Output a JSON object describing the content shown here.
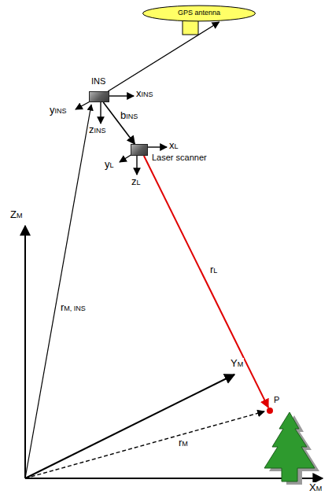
{
  "diagram": {
    "nodes": [
      {
        "text": [
          "GPS antenna"
        ]
      },
      {
        "text": [
          "INS"
        ]
      },
      {
        "text": [
          "Laser scanner"
        ]
      },
      {
        "text": [
          "P"
        ]
      }
    ],
    "edges": [
      {
        "from": 1,
        "to": 0,
        "arrow": "to"
      },
      {
        "from": 1,
        "to": 2,
        "label": "bINS",
        "arrow": "to"
      },
      {
        "from": 2,
        "to": 3,
        "label": "rL",
        "arrow": "to"
      }
    ],
    "labels": [
      "xINS",
      "yINS",
      "zINS",
      "xL",
      "yL",
      "zL",
      "rM, INS",
      "ZM",
      "YM",
      "XM",
      "rM"
    ]
  }
}
